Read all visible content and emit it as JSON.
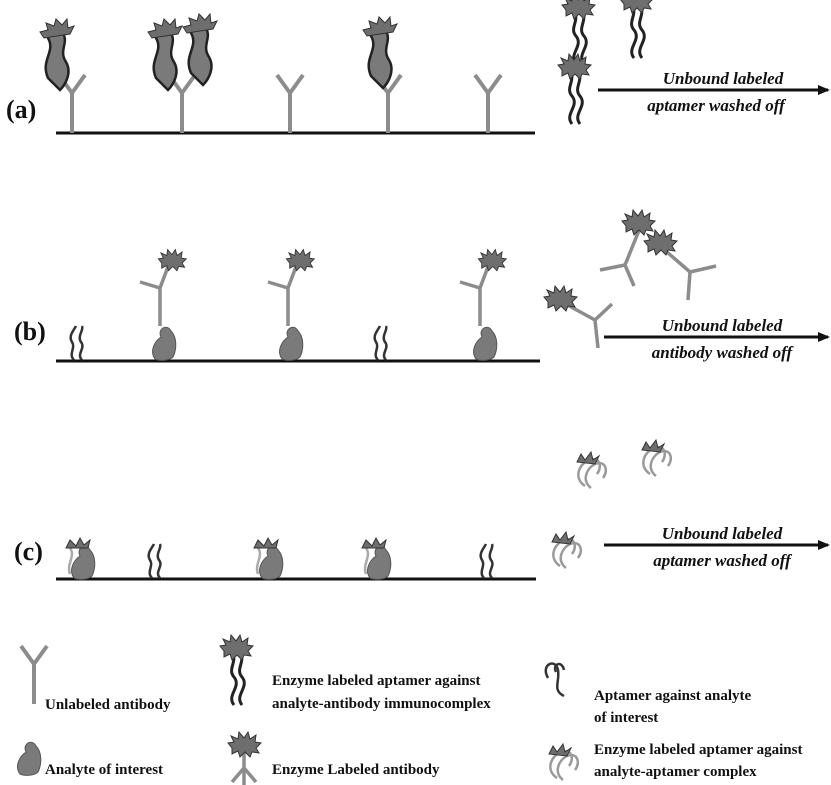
{
  "panels": [
    {
      "label": "(a)",
      "wash_line1": "Unbound labeled",
      "wash_line2": "aptamer washed off"
    },
    {
      "label": "(b)",
      "wash_line1": "Unbound labeled",
      "wash_line2": "antibody washed off"
    },
    {
      "label": "(c)",
      "wash_line1": "Unbound labeled",
      "wash_line2": "aptamer washed off"
    }
  ],
  "legend": {
    "unlabeled_antibody": "Unlabeled antibody",
    "enzyme_aptamer_immuno_1": "Enzyme labeled aptamer against",
    "enzyme_aptamer_immuno_2": "analyte-antibody immunocomplex",
    "aptamer_analyte_1": "Aptamer against analyte",
    "aptamer_analyte_2": "of interest",
    "analyte": "Analyte of interest",
    "enzyme_antibody": "Enzyme Labeled antibody",
    "enzyme_aptamer_complex_1": "Enzyme labeled aptamer against",
    "enzyme_aptamer_complex_2": "analyte-aptamer complex"
  },
  "colors": {
    "antibody": "#8c8c8c",
    "analyte": "#7a7a7a",
    "aptamer": "#222222",
    "light_aptamer": "#9a9a9a",
    "enzyme": "#6e6e6e",
    "surface": "#111111"
  }
}
